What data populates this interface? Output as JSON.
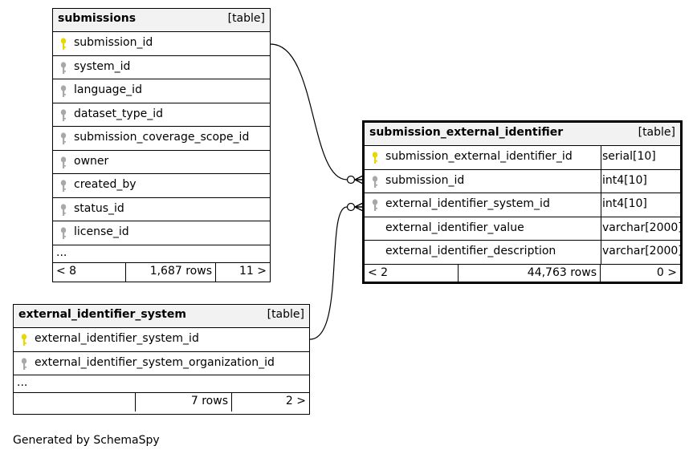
{
  "footer_text": "Generated by SchemaSpy",
  "tables": {
    "submissions": {
      "name": "submissions",
      "tag": "[table]",
      "columns": [
        {
          "name": "submission_id",
          "key": "primary"
        },
        {
          "name": "system_id",
          "key": "foreign"
        },
        {
          "name": "language_id",
          "key": "foreign"
        },
        {
          "name": "dataset_type_id",
          "key": "foreign"
        },
        {
          "name": "submission_coverage_scope_id",
          "key": "foreign"
        },
        {
          "name": "owner",
          "key": "foreign"
        },
        {
          "name": "created_by",
          "key": "foreign"
        },
        {
          "name": "status_id",
          "key": "foreign"
        },
        {
          "name": "license_id",
          "key": "foreign"
        }
      ],
      "ellipsis": "...",
      "footer": {
        "parents": "< 8",
        "rows": "1,687 rows",
        "children": "11 >"
      }
    },
    "submission_external_identifier": {
      "name": "submission_external_identifier",
      "tag": "[table]",
      "columns": [
        {
          "name": "submission_external_identifier_id",
          "type": "serial[10]",
          "key": "primary"
        },
        {
          "name": "submission_id",
          "type": "int4[10]",
          "key": "foreign"
        },
        {
          "name": "external_identifier_system_id",
          "type": "int4[10]",
          "key": "foreign"
        },
        {
          "name": "external_identifier_value",
          "type": "varchar[2000]",
          "key": "none"
        },
        {
          "name": "external_identifier_description",
          "type": "varchar[2000]",
          "key": "none"
        }
      ],
      "footer": {
        "parents": "< 2",
        "rows": "44,763 rows",
        "children": "0 >"
      }
    },
    "external_identifier_system": {
      "name": "external_identifier_system",
      "tag": "[table]",
      "columns": [
        {
          "name": "external_identifier_system_id",
          "key": "primary"
        },
        {
          "name": "external_identifier_system_organization_id",
          "key": "foreign"
        }
      ],
      "ellipsis": "...",
      "footer": {
        "parents": "",
        "rows": "7 rows",
        "children": "2 >"
      }
    }
  },
  "colors": {
    "primary_key": "#e6d800",
    "foreign_key": "#a8a8a8",
    "header_bg": "#f2f2f2"
  }
}
